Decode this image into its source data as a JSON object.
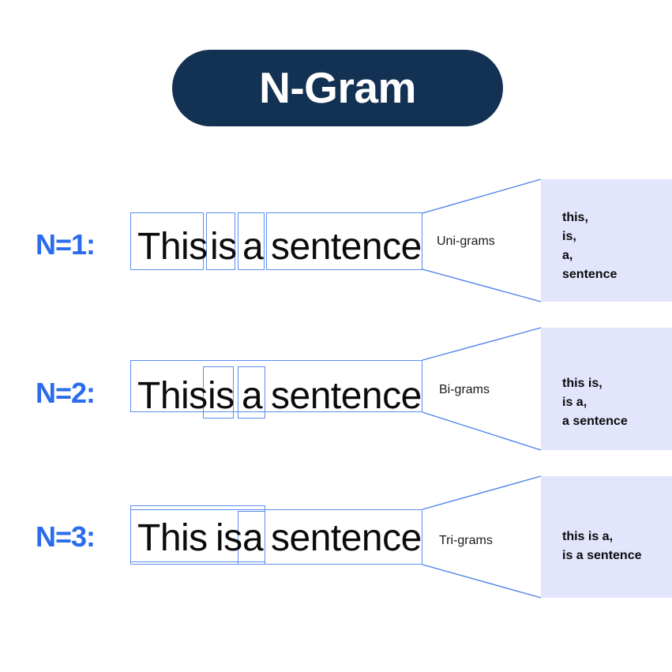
{
  "title": {
    "label": "N-Gram",
    "pill_color": "#133152",
    "text_color": "#ffffff"
  },
  "palette": {
    "accent_blue": "#2B6CEC",
    "box_border": "#5B8DEF",
    "panel_bg": "#E2E5FC",
    "text_dark": "#0b0b0b"
  },
  "rows": [
    {
      "n_label": "N=1:",
      "sentence": "This is a sentence",
      "words": [
        "This",
        "is",
        "a",
        "sentence"
      ],
      "gram_label": "Uni-grams",
      "outputs": [
        "this,",
        "is,",
        "a,",
        "sentence"
      ],
      "outputs_text": "this,\nis,\na,\nsentence"
    },
    {
      "n_label": "N=2:",
      "sentence": "This is a sentence",
      "words": [
        "This",
        "is",
        "a",
        "sentence"
      ],
      "gram_label": "Bi-grams",
      "outputs": [
        "this is,",
        "is a,",
        "a sentence"
      ],
      "outputs_text": "this is,\nis a,\na sentence"
    },
    {
      "n_label": "N=3:",
      "sentence": "This is a sentence",
      "words": [
        "This",
        "is",
        "a",
        "sentence"
      ],
      "gram_label": "Tri-grams",
      "outputs": [
        "this is a,",
        "is a sentence"
      ],
      "outputs_text": "this is a,\nis a sentence"
    }
  ]
}
